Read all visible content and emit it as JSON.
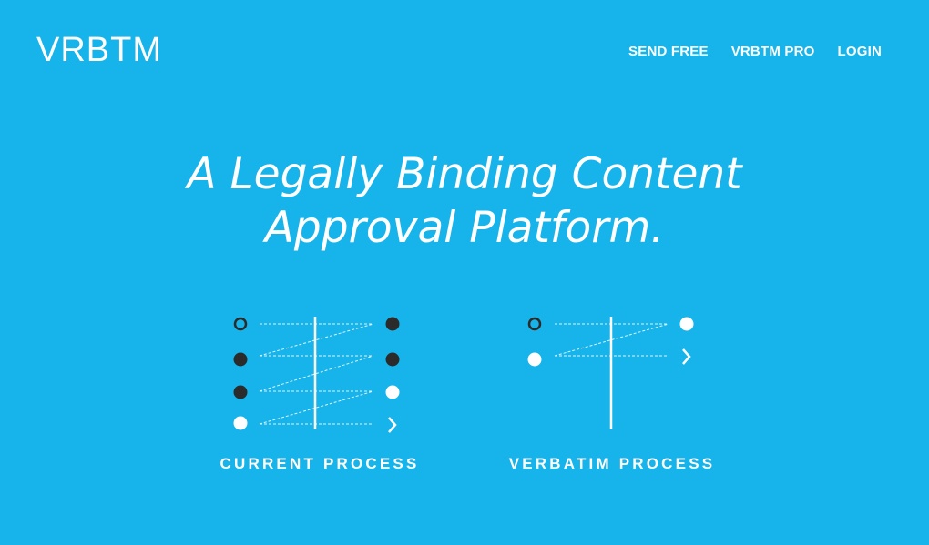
{
  "header": {
    "logo": "VRBTM",
    "nav": [
      {
        "label": "SEND FREE"
      },
      {
        "label": "VRBTM PRO"
      },
      {
        "label": "LOGIN"
      }
    ]
  },
  "hero": {
    "line1": "A Legally Binding Content",
    "line2": "Approval Platform."
  },
  "processes": [
    {
      "caption": "CURRENT PROCESS"
    },
    {
      "caption": "VERBATIM PROCESS"
    }
  ],
  "colors": {
    "background": "#16b4ea",
    "text": "#ffffff",
    "dark_dot": "#2b2b2b"
  }
}
